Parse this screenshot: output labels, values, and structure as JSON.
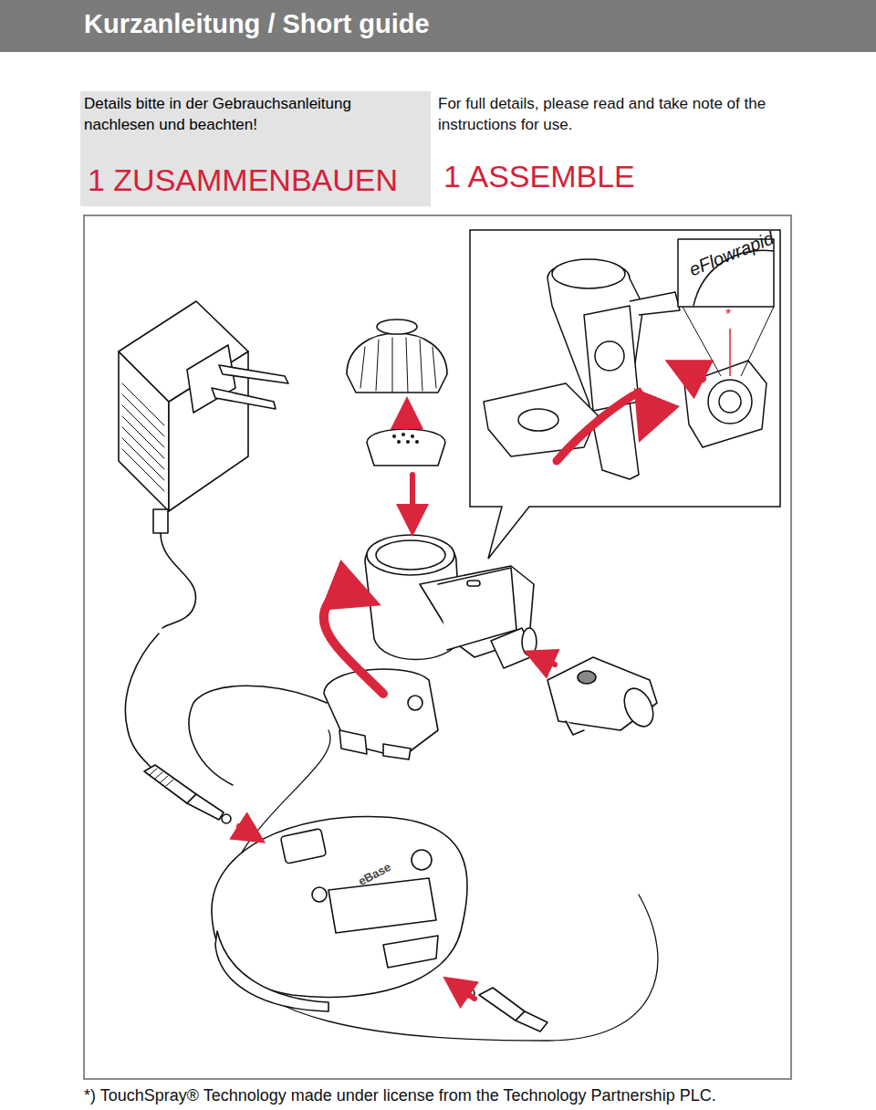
{
  "diagram": {
    "title": "Kurzanleitung / Short guide",
    "caption": "*) TouchSpray® Technology made under license from the Technology Partnership PLC.",
    "nodes": [
      {
        "text": [
          "Details bitte in der Gebrauchsanleitung nachlesen und beachten!",
          "1 ZUSAMMENBAUEN"
        ]
      }
    ],
    "labels": [
      "For full details, please read and take note of the instructions for use.",
      "1 ASSEMBLE",
      "eFlowrapid",
      "*",
      "eBase"
    ]
  }
}
